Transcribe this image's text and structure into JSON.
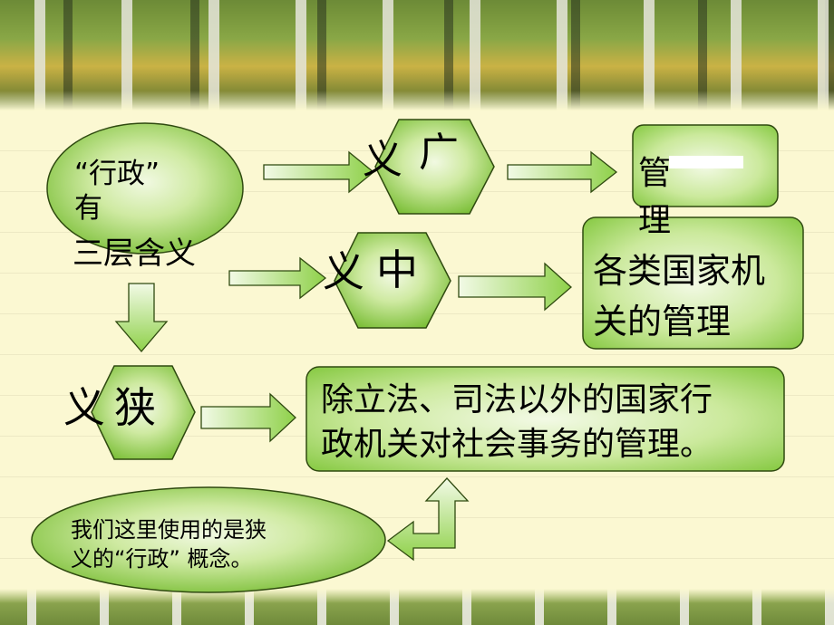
{
  "slide": {
    "center_node": {
      "line1": "“行政”",
      "line2": "有",
      "line3": "三层含义"
    },
    "broad": {
      "label": "广义",
      "char1": "义",
      "char2": "广",
      "meaning_char1": "管",
      "meaning_char2": "理"
    },
    "middle": {
      "label": "中义",
      "char1": "义",
      "char2": "中",
      "meaning_line1": "各类国家机",
      "meaning_line2": "关的管理"
    },
    "narrow": {
      "label": "狭义",
      "char1": "义",
      "char2": "狭",
      "meaning_line1": "除立法、司法以外的国家行",
      "meaning_line2": "政机关对社会事务的管理。"
    },
    "note": {
      "line1": "我们这里使用的是狭",
      "line2": "义的“行政” 概念。"
    },
    "colors": {
      "fill": "#8fd14a",
      "fill_light": "#eef8dc",
      "stroke": "#2f4a10",
      "background": "#fbf8d2"
    }
  }
}
